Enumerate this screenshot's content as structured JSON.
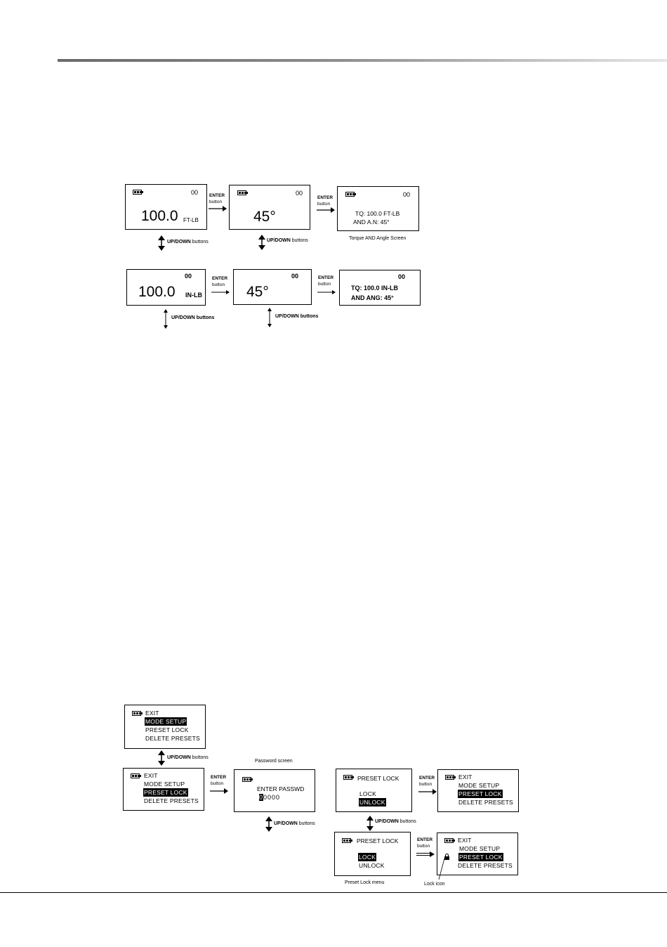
{
  "labels": {
    "enter": "ENTER",
    "button": "button",
    "updown_bold": "UP/DOWN",
    "updown_rest": " buttons",
    "updown_row2": "UP/DOWN buttons",
    "caption_torque_angle": "Torque AND Angle Screen",
    "caption_password": "Password screen",
    "caption_preset_lock_menu": "Preset Lock menu",
    "caption_lock_icon": "Lock icon"
  },
  "row1": {
    "s1": {
      "counter": "00",
      "value": "100.0",
      "unit": "FT-LB"
    },
    "s2": {
      "counter": "00",
      "value": "45°"
    },
    "s3": {
      "counter": "00",
      "line1": "TQ: 100.0 FT-LB",
      "line2": "AND A.N: 45°"
    }
  },
  "row2": {
    "s1": {
      "counter": "00",
      "value": "100.0",
      "unit": "IN-LB"
    },
    "s2": {
      "counter": "00",
      "value": "45°"
    },
    "s3": {
      "counter": "00",
      "line1": "TQ: 100.0 IN-LB",
      "line2": "AND ANG: 45°"
    }
  },
  "menu": {
    "exit": "EXIT",
    "mode_setup": "MODE SETUP",
    "preset_lock": "PRESET LOCK",
    "delete_presets": "DELETE PRESETS"
  },
  "password": {
    "title": "ENTER PASSWD",
    "cursor_digit": "0",
    "rest_digits": "0000"
  },
  "preset_lock_screen": {
    "title": "PRESET LOCK",
    "lock": "LOCK",
    "unlock": "UNLOCK"
  },
  "icons": {
    "battery": "battery-icon",
    "lock": "lock-icon"
  }
}
